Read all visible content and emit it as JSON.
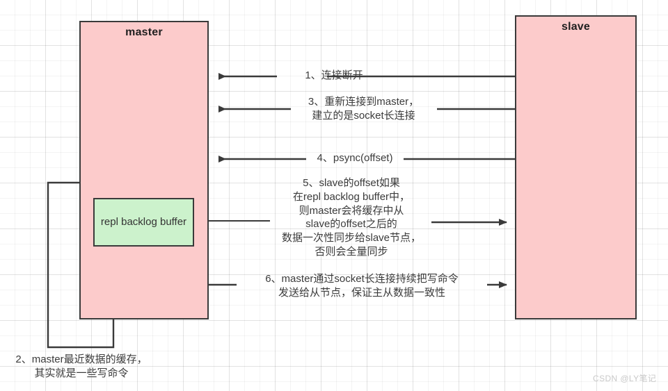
{
  "diagram": {
    "title_master": "master",
    "title_slave": "slave",
    "buffer_label": "repl backlog\nbuffer",
    "colors": {
      "node_fill": "#FCCBCB",
      "buffer_fill": "#CCF2CC",
      "stroke": "#3a3a3a",
      "text": "#3b3b3b",
      "grid": "#ededed"
    },
    "steps": [
      {
        "id": "step1",
        "label": "1、连接断开"
      },
      {
        "id": "step3",
        "label": "3、重新连接到master，\n建立的是socket长连接"
      },
      {
        "id": "step4",
        "label": "4、psync(offset)"
      },
      {
        "id": "step5",
        "label": "5、slave的offset如果\n在repl backlog buffer中，\n则master会将缓存中从\nslave的offset之后的\n数据一次性同步给slave节点，\n否则会全量同步"
      },
      {
        "id": "step6",
        "label": "6、master通过socket长连接持续把写命令\n发送给从节点，保证主从数据一致性"
      }
    ],
    "notes": [
      {
        "id": "note2",
        "label": "2、master最近数据的缓存，\n其实就是一些写命令"
      }
    ],
    "watermark": "CSDN @LY笔记"
  }
}
